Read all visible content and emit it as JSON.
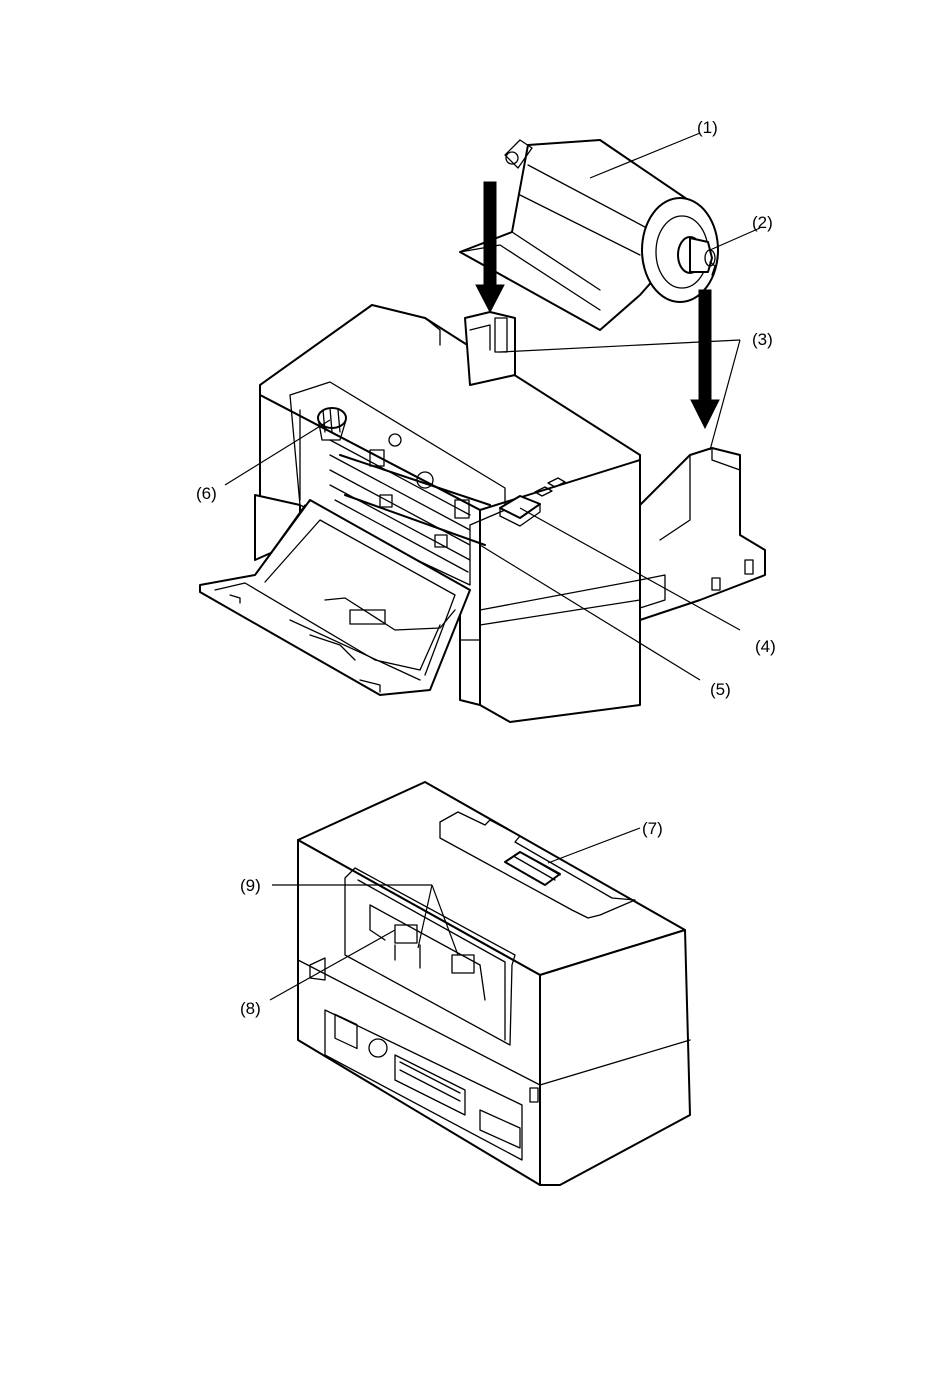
{
  "callouts": {
    "c1": "(1)",
    "c2": "(2)",
    "c3": "(3)",
    "c4": "(4)",
    "c5": "(5)",
    "c6": "(6)",
    "c7": "(7)",
    "c8": "(8)",
    "c9": "(9)"
  }
}
